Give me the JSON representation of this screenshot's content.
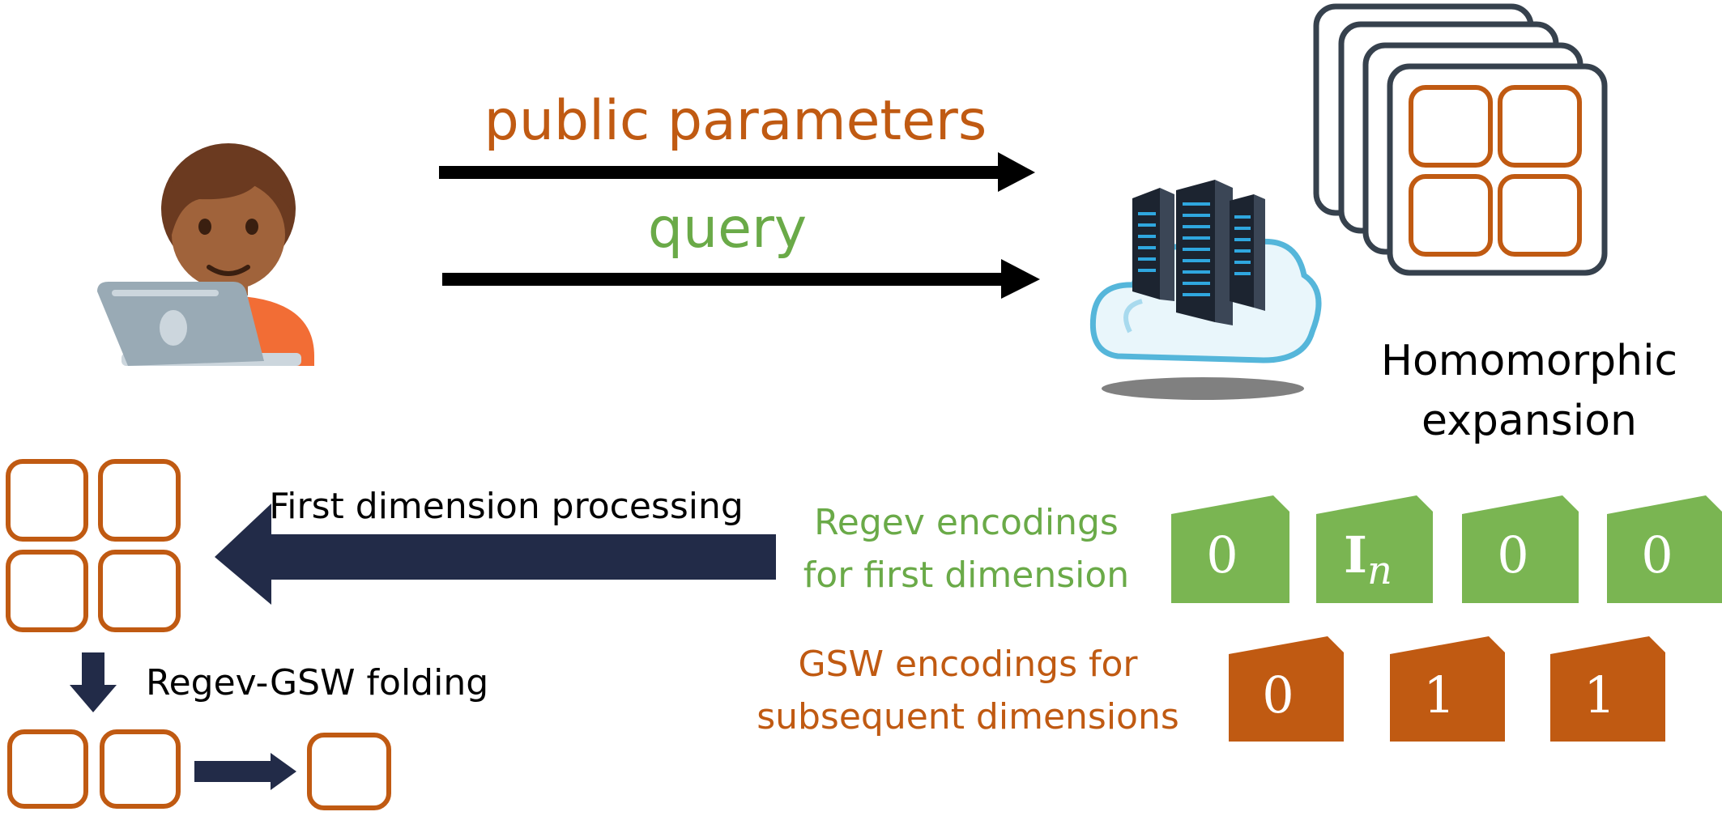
{
  "colors": {
    "orange": "#c05a12",
    "green": "#6aaa48",
    "green_fill": "#7ab552",
    "navy": "#222b48",
    "black": "#000000",
    "deck_stroke": "#36414d"
  },
  "icons": {
    "client": "person-with-laptop-icon",
    "server": "cloud-server-icon"
  },
  "labels": {
    "public_parameters": "public parameters",
    "query": "query",
    "homomorphic_1": "Homomorphic",
    "homomorphic_2": "expansion",
    "first_dimension": "First dimension processing",
    "folding": "Regev-GSW folding",
    "regev_1": "Regev encodings",
    "regev_2": "for first dimension",
    "gsw_1": "GSW encodings for",
    "gsw_2": "subsequent dimensions"
  },
  "regev_tiles": [
    "0",
    "I",
    "0",
    "0"
  ],
  "regev_tile_subscript": "n",
  "gsw_tiles": [
    "0",
    "1",
    "1"
  ]
}
